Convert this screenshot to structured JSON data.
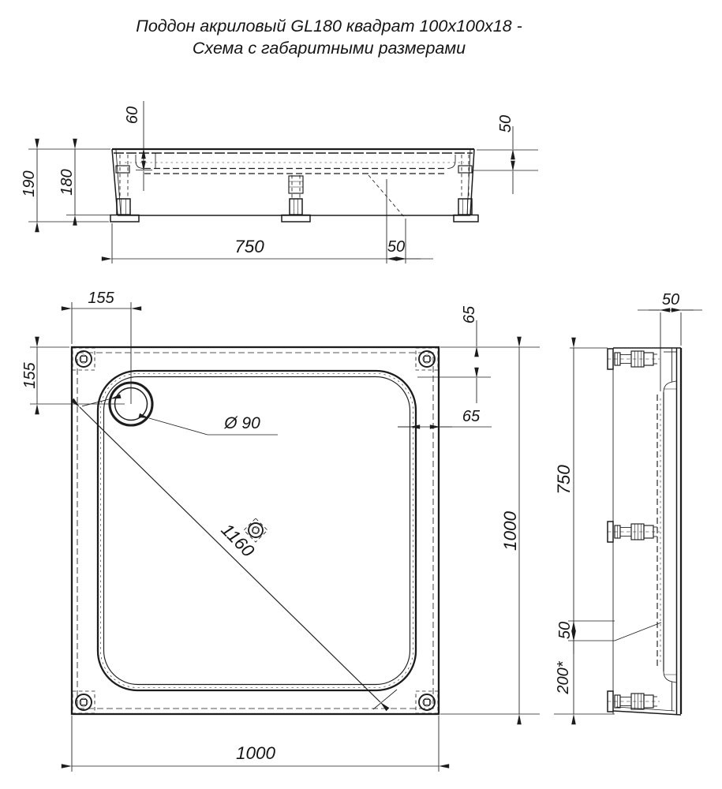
{
  "title": {
    "line1": "Поддон акриловый  GL180 квадрат 100x100x18 -",
    "line2": "Схема с габаритными размерами"
  },
  "front_view": {
    "basin_depth": "60",
    "rim_drop": "50",
    "total_height": "190",
    "body_height": "180",
    "foot_span": "750",
    "drain_offset": "50"
  },
  "plan_view": {
    "drain_offset_x": "155",
    "drain_offset_y": "155",
    "top_edge_inset": "65",
    "right_edge_inset": "65",
    "drain_diameter": "Ø 90",
    "diagonal": "1160",
    "width": "1000",
    "depth": "1000"
  },
  "side_view": {
    "rim_inset": "50",
    "leg_span": "750",
    "floor_gap": "50",
    "lower_zone": "200*"
  },
  "colors": {
    "line": "#1c1c1c",
    "background": "#ffffff"
  }
}
